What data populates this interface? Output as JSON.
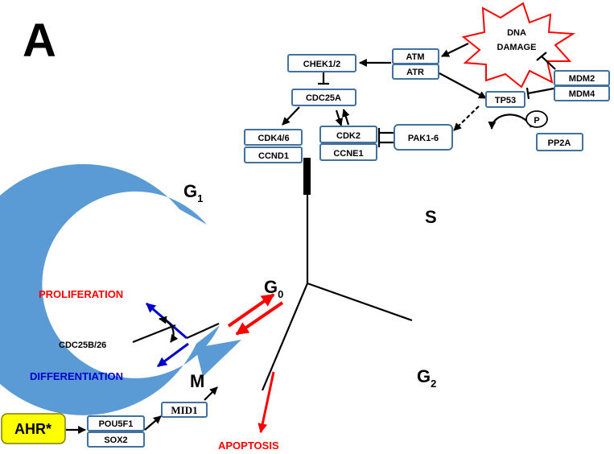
{
  "panel_label": "A",
  "phases": {
    "g1": "G",
    "g1_sub": "1",
    "s": "S",
    "g2": "G",
    "g2_sub": "2",
    "m": "M",
    "g0": "G",
    "g0_sub": "0"
  },
  "dna_label": "DNA",
  "outcomes": {
    "proliferation": "PROLIFERATION",
    "differentiation": "DIFFERENTIATION",
    "apoptosis": "APOPTOSIS"
  },
  "genes": {
    "atm": "ATM",
    "atr": "ATR",
    "chek": "CHEK1/2",
    "cdc25a": "CDC25A",
    "cdk46": "CDK4/6",
    "ccnd1": "CCND1",
    "cdk2": "CDK2",
    "ccne1": "CCNE1",
    "pak": "PAK1-6",
    "tp53": "TP53",
    "mdm2": "MDM2",
    "mdm4": "MDM4",
    "pp2a": "PP2A",
    "p": "P",
    "cdc25b": "CDC25B/26",
    "pou5f1": "POU5F1",
    "sox2": "SOX2",
    "mid1": "MID1",
    "ahr": "AHR*"
  },
  "damage": {
    "line1": "DNA",
    "line2": "DAMAGE"
  },
  "colors": {
    "ring": "#5b9bd5",
    "box_border": "#41719c",
    "red": "#ff0000",
    "blue": "#0000cc",
    "ahr_fill": "#ffff00"
  }
}
